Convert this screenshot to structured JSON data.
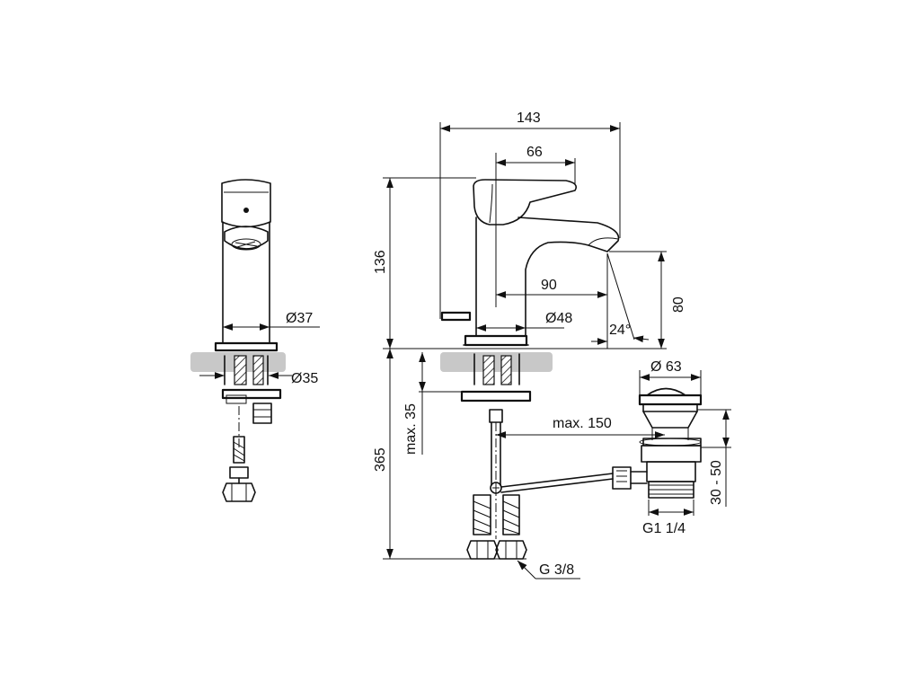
{
  "dimensions": {
    "d37": "Ø37",
    "d35": "Ø35",
    "w143": "143",
    "w66": "66",
    "w90": "90",
    "d48": "Ø48",
    "angle": "24°",
    "h80": "80",
    "h136": "136",
    "h365": "365",
    "max35": "max. 35",
    "max150": "max. 150",
    "d63": "Ø 63",
    "range": "30 - 50",
    "g114": "G1 1/4",
    "g38": "G 3/8"
  }
}
